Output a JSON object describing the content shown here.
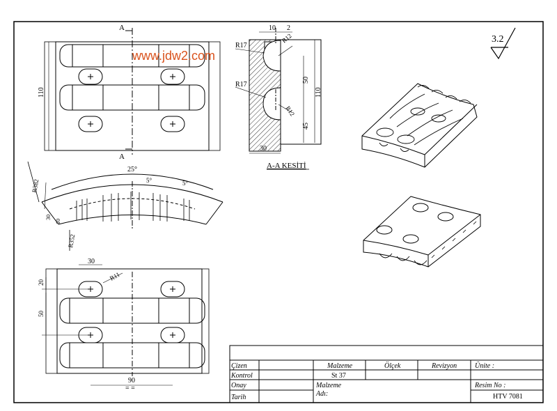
{
  "watermark": "www.jdw2.com",
  "surface_finish": "3.2",
  "views": {
    "top": {
      "section_mark_top": "A",
      "section_mark_bottom": "A",
      "height_dim": "110"
    },
    "section": {
      "title": "A-A KESİTİ",
      "dim_top_a": "10",
      "dim_top_b": "2",
      "r17_upper": "R17",
      "r12_upper": "R12",
      "r17_lower": "R17",
      "r12_lower": "R12",
      "dim_50": "50",
      "dim_45": "45",
      "dim_110": "110",
      "dim_30": "30"
    },
    "side": {
      "angle_total": "25°",
      "angle_a": "5°",
      "angle_b": "5°",
      "r_outer": "R382",
      "r_inner": "R352",
      "dim_30": "30",
      "dim_10": "10"
    },
    "bottom": {
      "dim_30": "30",
      "r11": "R11",
      "dim_20": "20",
      "dim_50": "50",
      "dim_90": "90",
      "sym": "=  ="
    }
  },
  "title_block": {
    "cizen": "Çizen",
    "kontrol": "Kontrol",
    "onay": "Onay",
    "tarih": "Tarih",
    "malzeme_h": "Malzeme",
    "olcek_h": "Ölçek",
    "revizyon_h": "Revizyon",
    "unite_h": "Ünite :",
    "malzeme_val": "St 37",
    "malzeme_adi_1": "Malzeme",
    "malzeme_adi_2": "Adı:",
    "resim_no_h": "Resim  No :",
    "resim_no_val": "HTV 7081"
  }
}
